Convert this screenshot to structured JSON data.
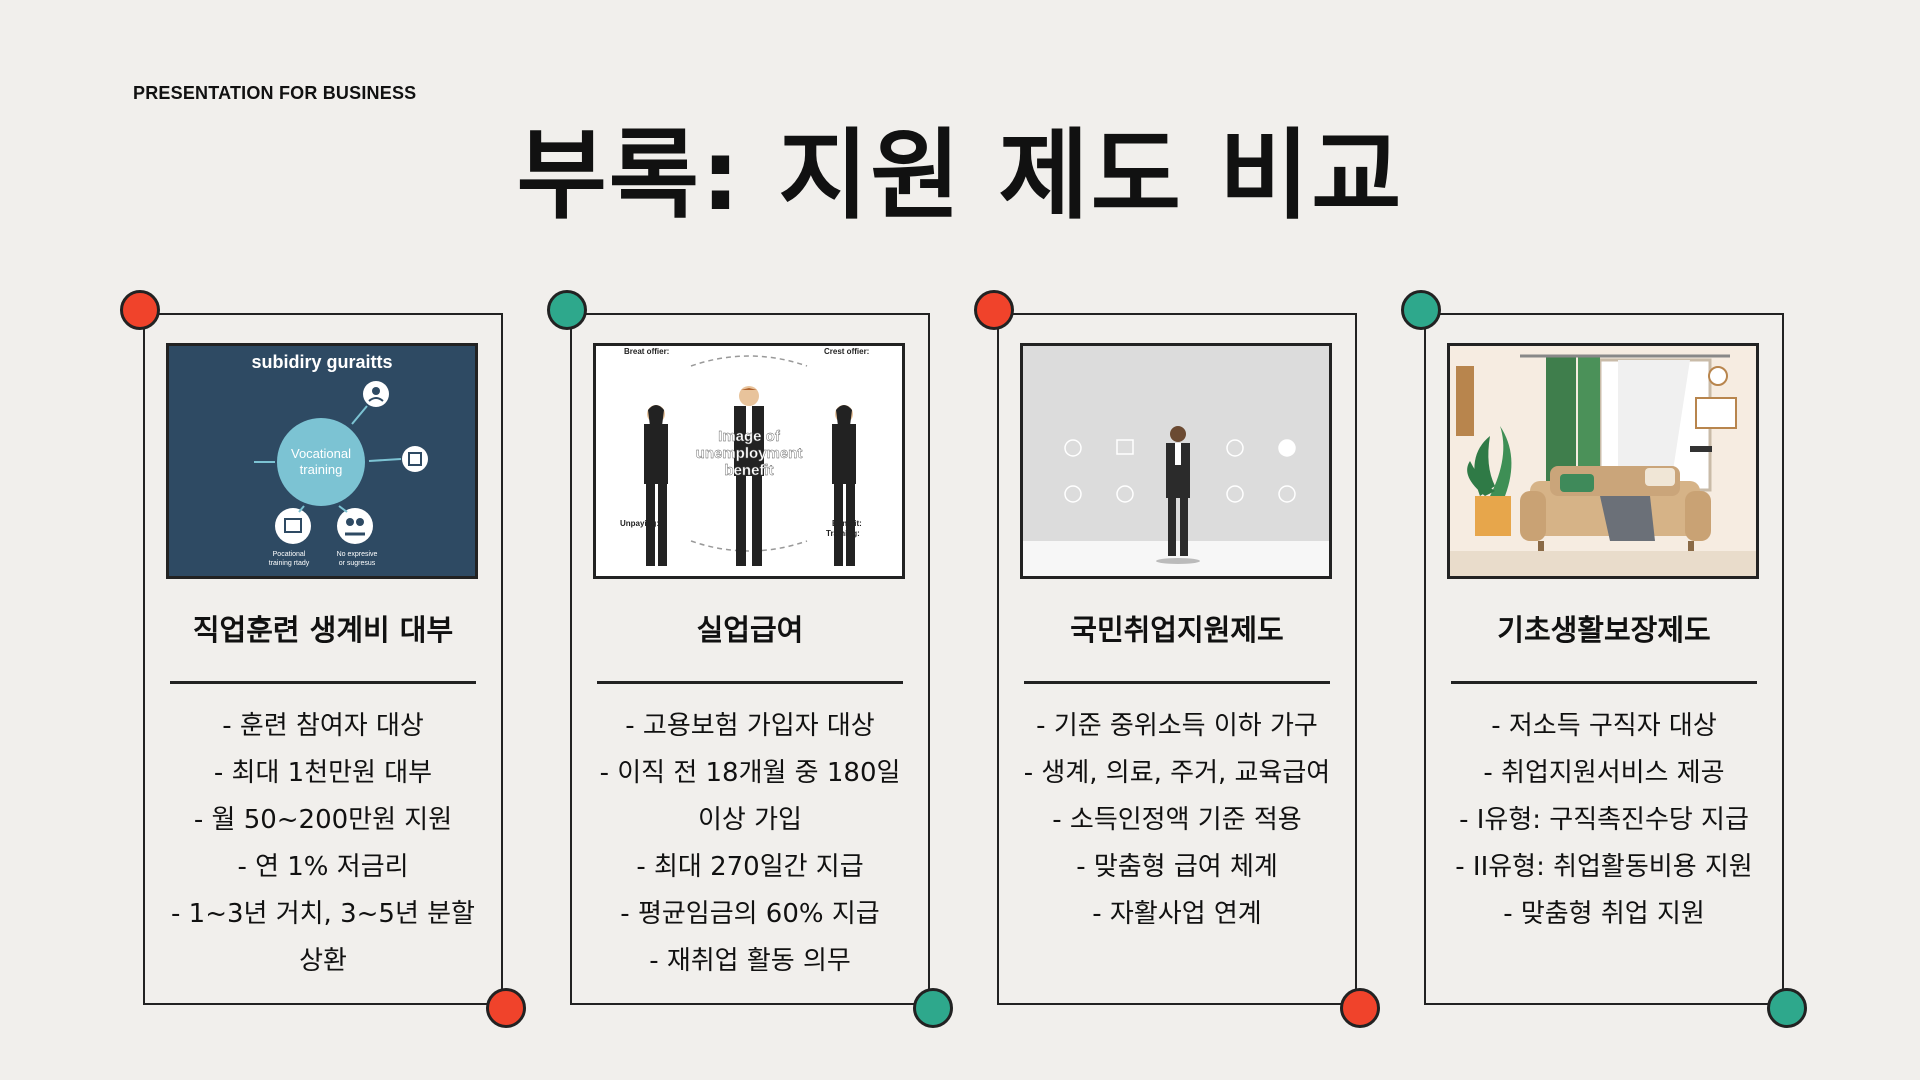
{
  "header": {
    "eyebrow": "PRESENTATION FOR BUSINESS",
    "title": "부록: 지원 제도 비교"
  },
  "colors": {
    "background": "#f1efec",
    "accent_red": "#f0432b",
    "accent_green": "#2ea88c",
    "outline": "#222222"
  },
  "cards": [
    {
      "title": "직업훈련 생계비 대부",
      "dot_color": "red",
      "image": {
        "heading": "subidiry guraitts",
        "center_label_1": "Vocational",
        "center_label_2": "training",
        "caption_left_1": "Pocational",
        "caption_left_2": "training rtady",
        "caption_right_1": "No expresive",
        "caption_right_2": "or sugresus"
      },
      "bullets": [
        "- 훈련 참여자 대상",
        "- 최대 1천만원 대부",
        "- 월 50~200만원 지원",
        "- 연 1% 저금리",
        "- 1~3년 거치, 3~5년 분할",
        "상환"
      ]
    },
    {
      "title": "실업급여",
      "dot_color": "green",
      "image": {
        "top_left": "Breat offier:",
        "top_right": "Crest offier:",
        "center_1": "Image of",
        "center_2": "unemployment",
        "center_3": "benefit",
        "bottom_left": "Unpaying:",
        "bottom_right_1": "Benefit:",
        "bottom_right_2": "Training:"
      },
      "bullets": [
        "- 고용보험 가입자 대상",
        "- 이직 전 18개월 중 180일",
        "이상 가입",
        "- 최대 270일간 지급",
        "- 평균임금의 60% 지급",
        "- 재취업 활동 의무"
      ]
    },
    {
      "title": "국민취업지원제도",
      "dot_color": "red",
      "image": {},
      "bullets": [
        "- 기준 중위소득 이하 가구",
        "- 생계, 의료, 주거, 교육급여",
        "- 소득인정액 기준 적용",
        "- 맞춤형 급여 체계",
        "- 자활사업 연계"
      ]
    },
    {
      "title": "기초생활보장제도",
      "dot_color": "green",
      "image": {},
      "bullets": [
        "- 저소득 구직자 대상",
        "- 취업지원서비스 제공",
        "- I유형: 구직촉진수당 지급",
        "- II유형: 취업활동비용 지원",
        "- 맞춤형 취업 지원"
      ]
    }
  ]
}
